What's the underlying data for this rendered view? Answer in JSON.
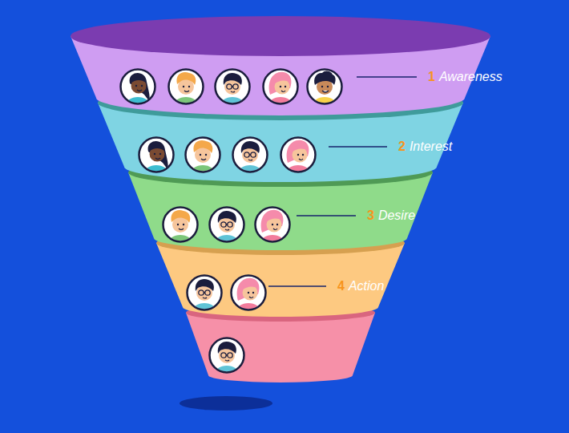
{
  "diagram": {
    "labels": [
      "1",
      "Awareness",
      "2",
      "Interest",
      "3",
      "Desire",
      "4",
      "Action"
    ]
  }
}
